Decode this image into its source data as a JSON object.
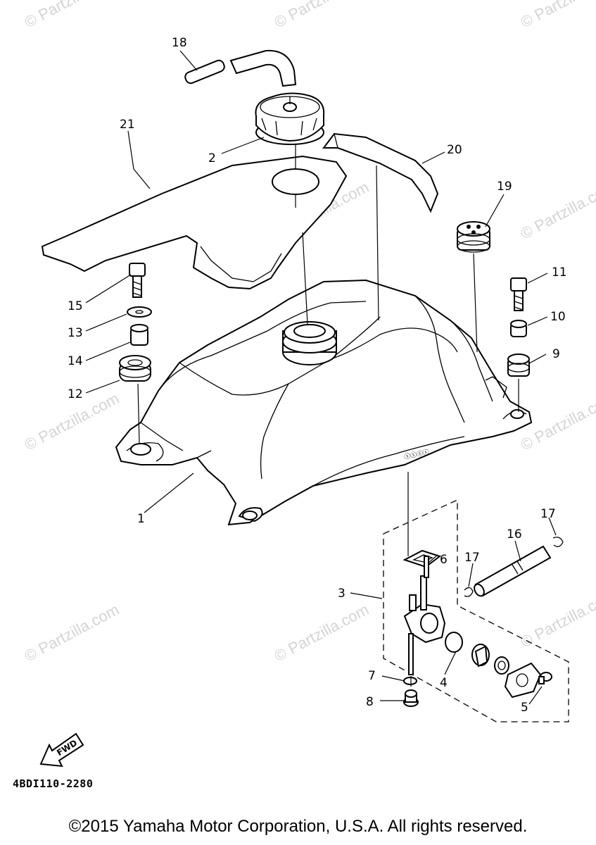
{
  "diagram": {
    "callouts": [
      "1",
      "2",
      "3",
      "4",
      "5",
      "6",
      "7",
      "8",
      "9",
      "10",
      "11",
      "12",
      "13",
      "14",
      "15",
      "16",
      "17",
      "17",
      "18",
      "19",
      "20",
      "21"
    ],
    "fwd_label": "FWD",
    "part_number_code": "4BDI110-2280",
    "watermark": "© Partzilla.com",
    "tank_stamp": "ⓢⓢⓢⓢ"
  },
  "footer": {
    "copyright": "©2015 Yamaha Motor Corporation, U.S.A. All rights reserved."
  }
}
